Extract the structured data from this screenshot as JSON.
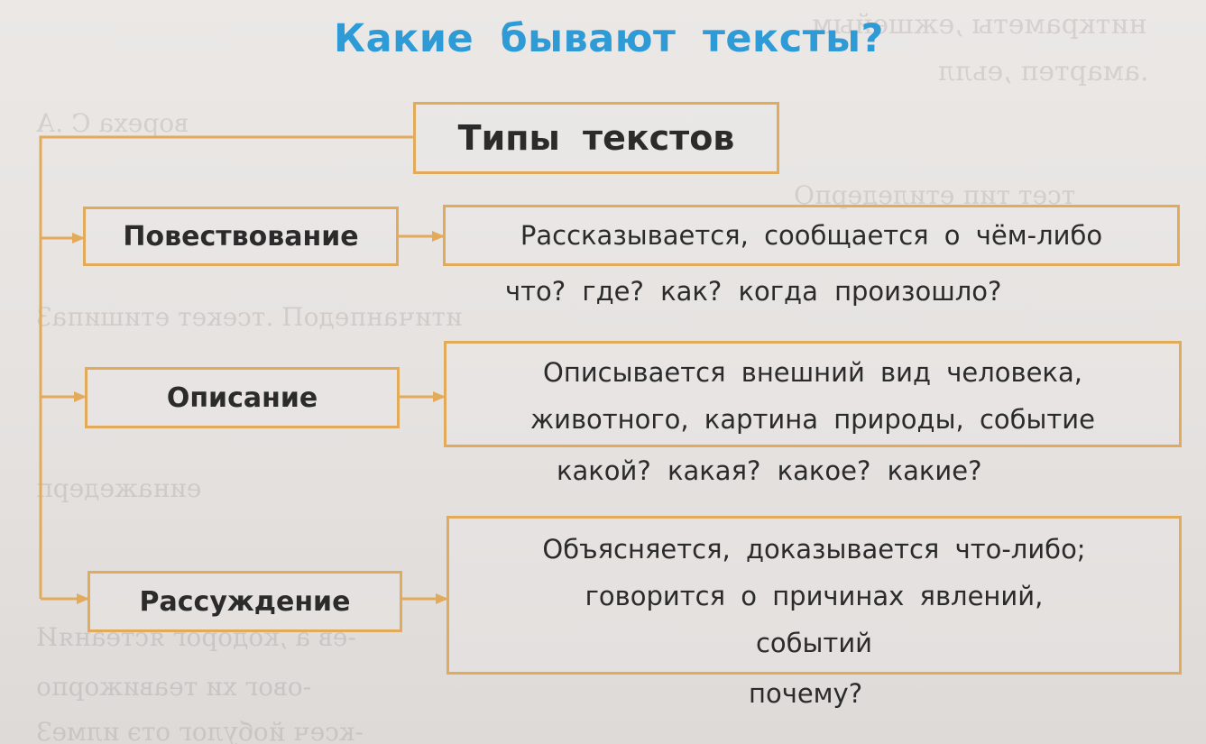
{
  "title": "Какие бывают тексты?",
  "root": "Типы текстов",
  "types": [
    {
      "name": "Повествование",
      "description": "Рассказывается, сообщается о чём-либо",
      "question": "что? где? как? когда произошло?"
    },
    {
      "name": "Описание",
      "description_lines": [
        "Описывается внешний вид человека,",
        "животного, картина природы, событие"
      ],
      "question": "какой? какая? какое? какие?"
    },
    {
      "name": "Рассуждение",
      "description_lines": [
        "Объясняется, доказывается что-либо;",
        "говорится о причинах явлений,",
        "событий"
      ],
      "question": "почему?"
    }
  ],
  "colors": {
    "title": "#2f9bd6",
    "box_border": "#e2aa5b",
    "text": "#2b2b2b",
    "background": "#e6e3e1"
  }
}
